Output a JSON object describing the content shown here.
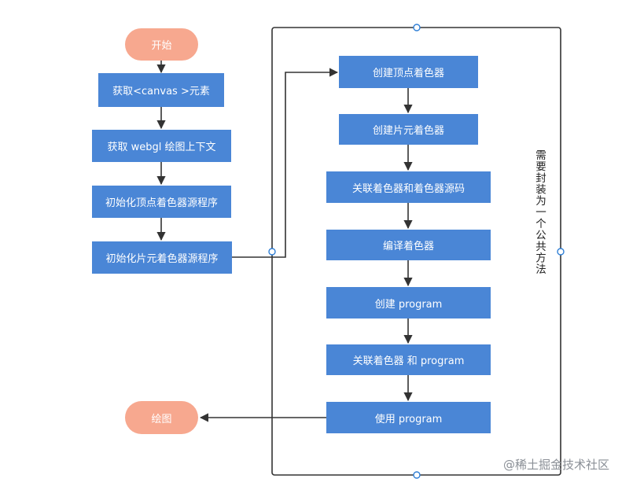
{
  "left_flow": {
    "start": "开始",
    "steps": [
      "获取<canvas >元素",
      "获取 webgl 绘图上下文",
      "初始化顶点着色器源程序",
      "初始化片元着色器源程序"
    ],
    "end": "绘图"
  },
  "right_flow": {
    "steps": [
      "创建顶点着色器",
      "创建片元着色器",
      "关联着色器和着色器源码",
      "编译着色器",
      "创建 program",
      "关联着色器 和 program",
      "使用 program"
    ]
  },
  "group_label": "需要封装为一个公共方法",
  "watermark": "@稀土掘金技术社区",
  "colors": {
    "process": "#4a86d6",
    "terminal": "#f7a88f",
    "line": "#333333",
    "handle": "#2f7fd6"
  }
}
